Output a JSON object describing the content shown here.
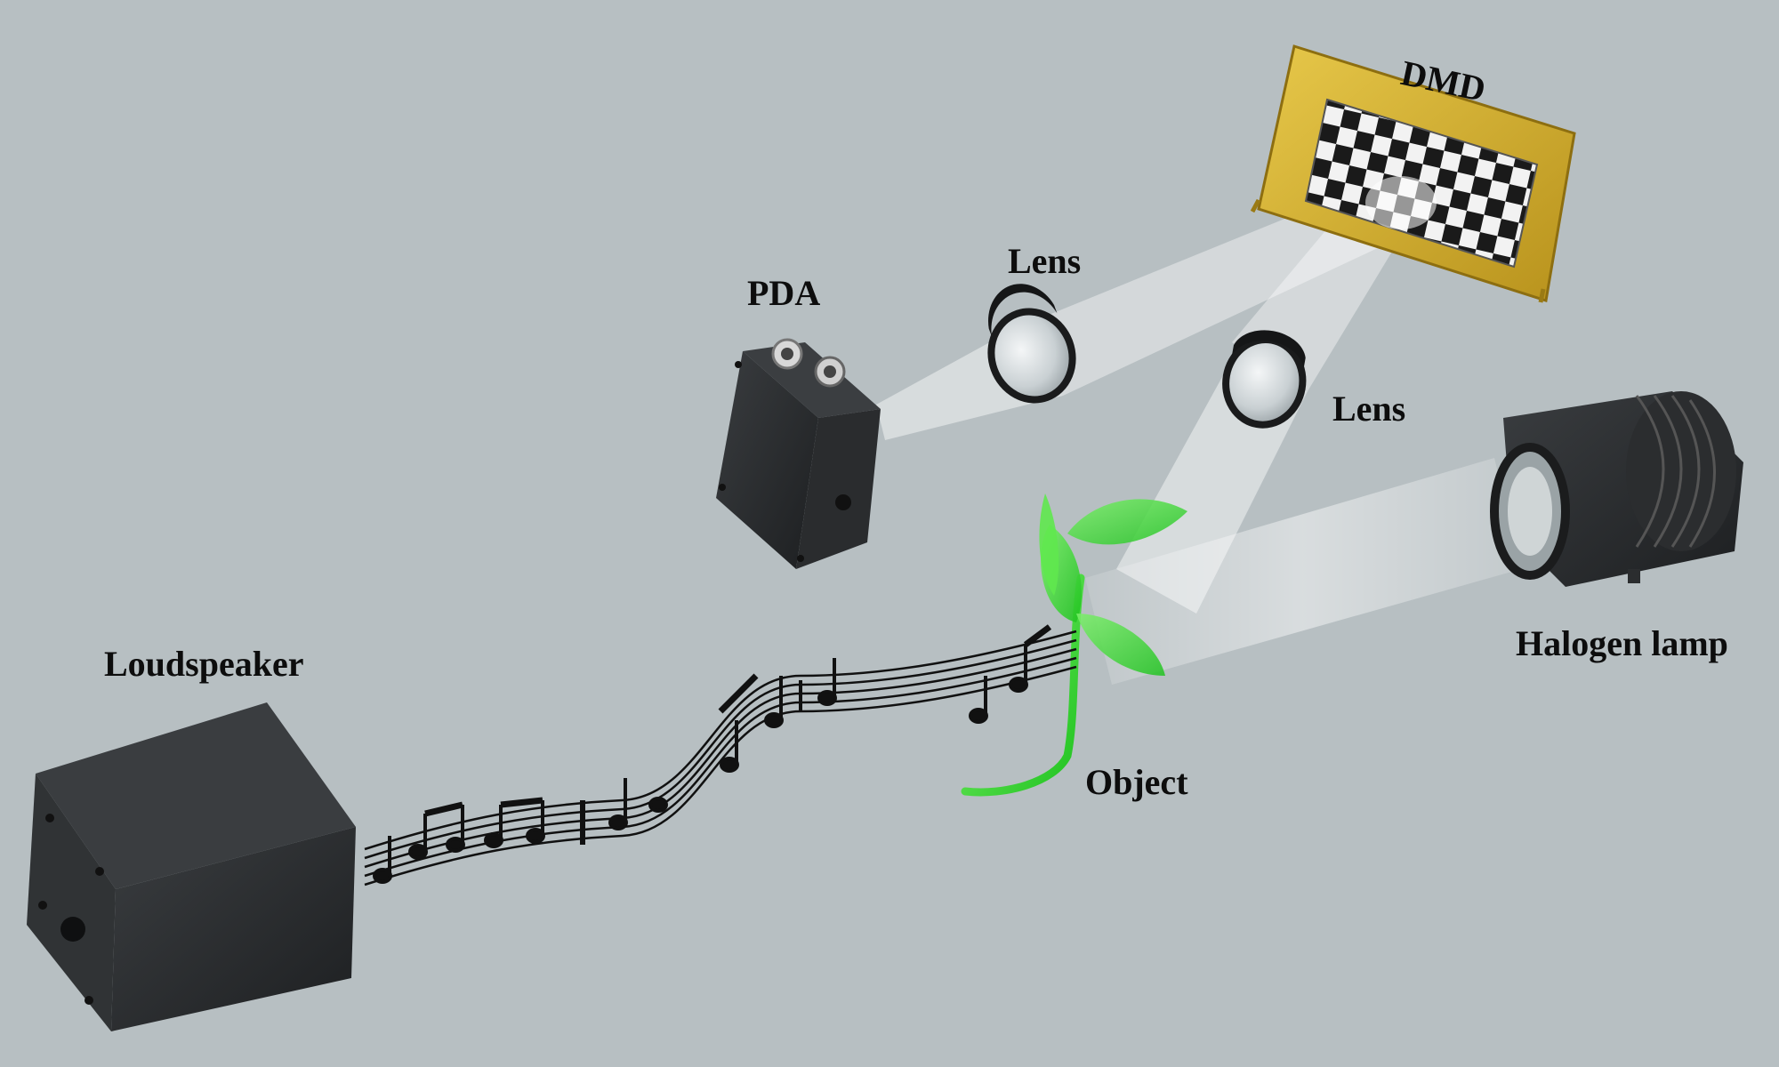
{
  "labels": {
    "dmd": "DMD",
    "lens_top": "Lens",
    "lens_bottom": "Lens",
    "pda": "PDA",
    "halogen_lamp": "Halogen lamp",
    "loudspeaker": "Loudspeaker",
    "object": "Object"
  },
  "colors": {
    "background": "#b7bfc2",
    "dmd_frame": "#d8b52c",
    "device_body": "#2b2d2f",
    "beam": "#ffffff",
    "plant": "#3ee03a",
    "text": "#0d0d0d"
  }
}
